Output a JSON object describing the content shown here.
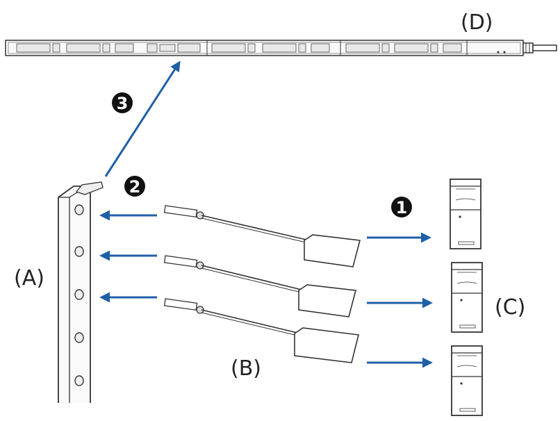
{
  "labels": {
    "a": "(A)",
    "b": "(B)",
    "c": "(C)",
    "d": "(D)"
  },
  "steps": [
    {
      "number": "1"
    },
    {
      "number": "2"
    },
    {
      "number": "3"
    }
  ],
  "colors": {
    "arrow": "#1f5fa8",
    "outline": "#333333",
    "badge": "#111111"
  }
}
